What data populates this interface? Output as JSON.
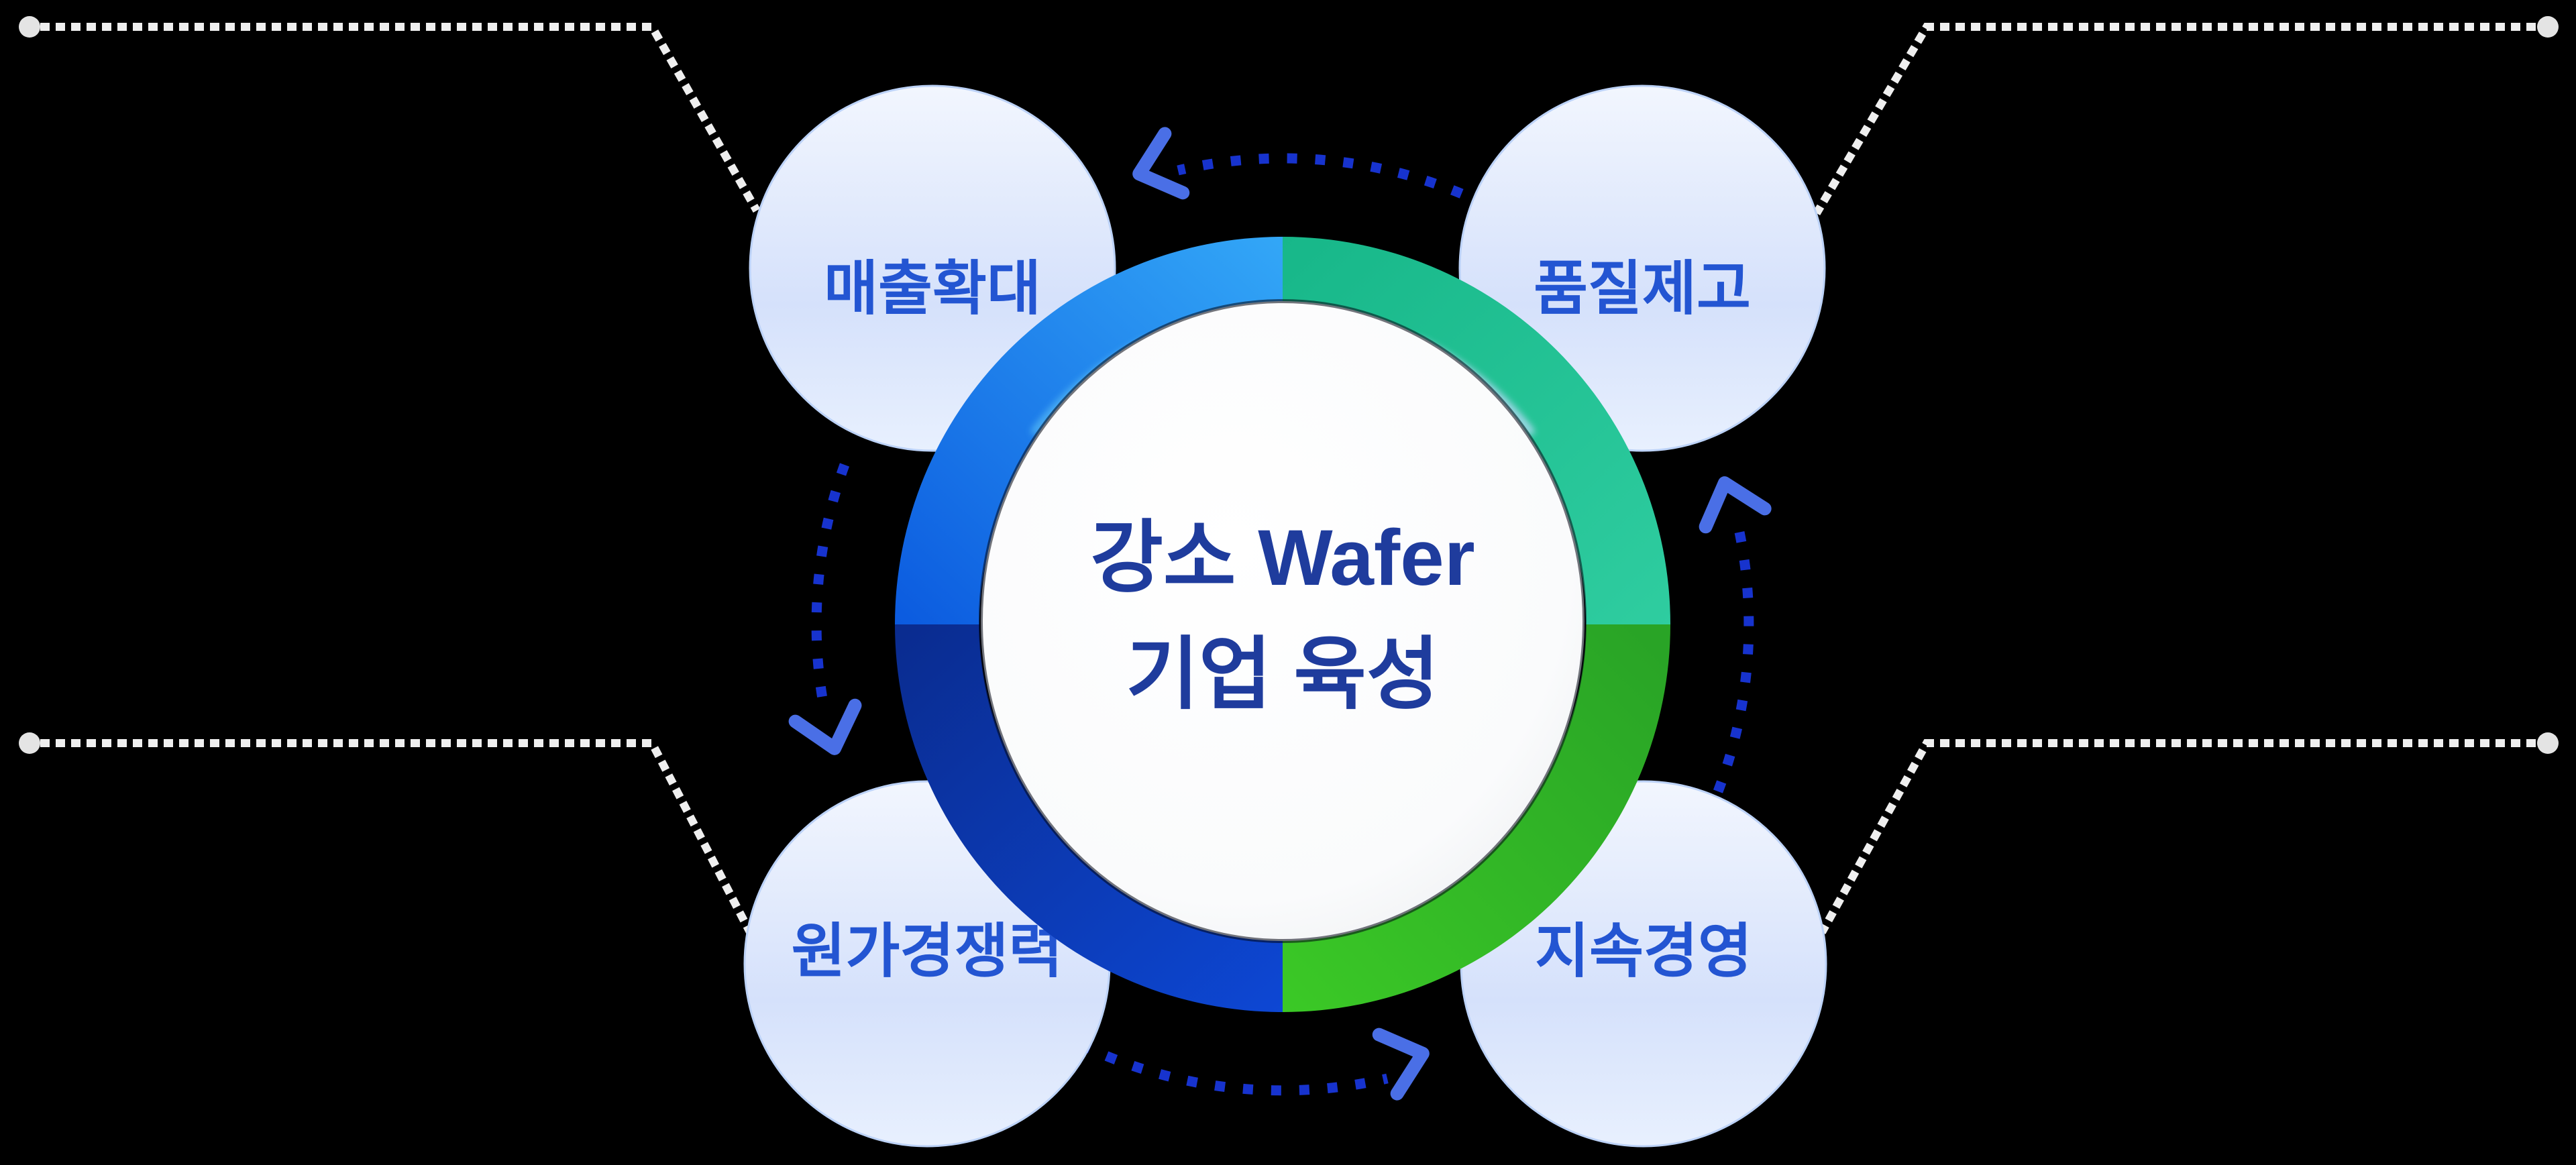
{
  "diagram": {
    "center": {
      "title_line1": "강소 Wafer",
      "title_line2": "기업 육성"
    },
    "nodes": [
      {
        "position": "top-left",
        "label": "매출확대"
      },
      {
        "position": "top-right",
        "label": "품질제고"
      },
      {
        "position": "bottom-left",
        "label": "원가경쟁력"
      },
      {
        "position": "bottom-right",
        "label": "지속경영"
      }
    ],
    "flow_direction": "counterclockwise"
  },
  "colors": {
    "background": "#000000",
    "ring_top_left_start": "#33A7F7",
    "ring_top_left_end": "#0B5ADF",
    "ring_top_right_start": "#2FCDA0",
    "ring_top_right_end": "#17B789",
    "ring_bottom_right_start": "#3BC926",
    "ring_bottom_right_end": "#29A426",
    "ring_bottom_left_start": "#0A2B8E",
    "ring_bottom_left_end": "#0D47D4",
    "node_fill_top": "#F2F6FE",
    "node_fill_mid": "#D5E1FB",
    "node_fill_bottom": "#E8F0FE",
    "node_border": "#BCD2F7",
    "node_label_color": "#2355D2",
    "center_circle_fill": "#FFFFFF",
    "center_circle_edge": "#E9EBEE",
    "center_text_color": "#1F3C9D",
    "flow_dash_color": "#1733CE",
    "flow_arrow_color": "#4A6FE6",
    "connector_color": "#EFEFEF",
    "connector_dot_color": "#E4E4E4"
  }
}
